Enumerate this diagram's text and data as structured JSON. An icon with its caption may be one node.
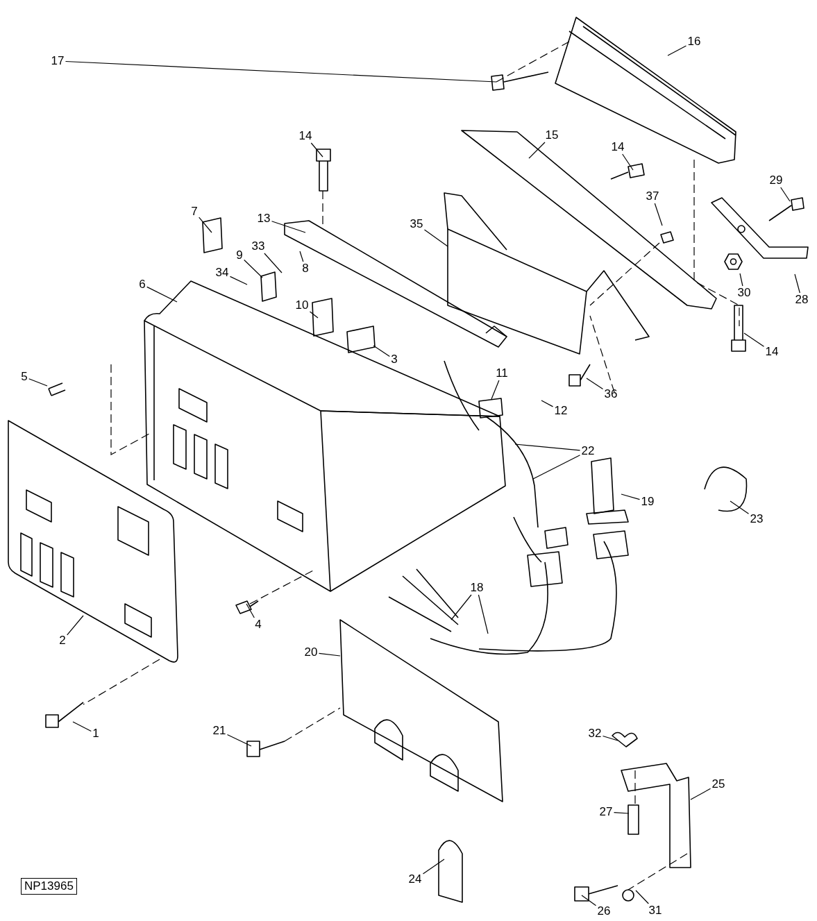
{
  "diagram": {
    "nodes": [
      {
        "text": [
          "16"
        ]
      },
      {
        "text": [
          "17"
        ]
      },
      {
        "text": [
          "15"
        ]
      },
      {
        "text": [
          "14"
        ]
      },
      {
        "text": [
          "14"
        ]
      },
      {
        "text": [
          "29"
        ]
      },
      {
        "text": [
          "37"
        ]
      },
      {
        "text": [
          "7"
        ]
      },
      {
        "text": [
          "13"
        ]
      },
      {
        "text": [
          "35"
        ]
      },
      {
        "text": [
          "33"
        ]
      },
      {
        "text": [
          "9"
        ]
      },
      {
        "text": [
          "8"
        ]
      },
      {
        "text": [
          "34"
        ]
      },
      {
        "text": [
          "30"
        ]
      },
      {
        "text": [
          "6"
        ]
      },
      {
        "text": [
          "28"
        ]
      },
      {
        "text": [
          "10"
        ]
      },
      {
        "text": [
          "14"
        ]
      },
      {
        "text": [
          "3"
        ]
      },
      {
        "text": [
          "11"
        ]
      },
      {
        "text": [
          "36"
        ]
      },
      {
        "text": [
          "5"
        ]
      },
      {
        "text": [
          "12"
        ]
      },
      {
        "text": [
          "22"
        ]
      },
      {
        "text": [
          "19"
        ]
      },
      {
        "text": [
          "23"
        ]
      },
      {
        "text": [
          "18"
        ]
      },
      {
        "text": [
          "4"
        ]
      },
      {
        "text": [
          "2"
        ]
      },
      {
        "text": [
          "20"
        ]
      },
      {
        "text": [
          "1"
        ]
      },
      {
        "text": [
          "21"
        ]
      },
      {
        "text": [
          "32"
        ]
      },
      {
        "text": [
          "25"
        ]
      },
      {
        "text": [
          "27"
        ]
      },
      {
        "text": [
          "24"
        ]
      },
      {
        "text": [
          "31"
        ]
      },
      {
        "text": [
          "26"
        ]
      }
    ],
    "edges": [
      {
        "from": 0,
        "to": null,
        "arrow": "none"
      },
      {
        "from": 1,
        "to": null,
        "arrow": "none"
      },
      {
        "from": 2,
        "to": null,
        "arrow": "none"
      },
      {
        "from": 3,
        "to": null,
        "arrow": "none"
      },
      {
        "from": 4,
        "to": null,
        "arrow": "none"
      },
      {
        "from": 5,
        "to": null,
        "arrow": "none"
      },
      {
        "from": 6,
        "to": null,
        "arrow": "none"
      },
      {
        "from": 7,
        "to": null,
        "arrow": "none"
      },
      {
        "from": 8,
        "to": null,
        "arrow": "none"
      },
      {
        "from": 9,
        "to": null,
        "arrow": "none"
      },
      {
        "from": 10,
        "to": null,
        "arrow": "none"
      },
      {
        "from": 11,
        "to": null,
        "arrow": "none"
      },
      {
        "from": 12,
        "to": null,
        "arrow": "none"
      },
      {
        "from": 13,
        "to": null,
        "arrow": "none"
      },
      {
        "from": 14,
        "to": null,
        "arrow": "none"
      },
      {
        "from": 15,
        "to": null,
        "arrow": "none"
      },
      {
        "from": 16,
        "to": null,
        "arrow": "none"
      },
      {
        "from": 17,
        "to": null,
        "arrow": "none"
      },
      {
        "from": 18,
        "to": null,
        "arrow": "none"
      },
      {
        "from": 19,
        "to": null,
        "arrow": "none"
      },
      {
        "from": 20,
        "to": null,
        "arrow": "none"
      },
      {
        "from": 21,
        "to": null,
        "arrow": "none"
      },
      {
        "from": 22,
        "to": null,
        "arrow": "none"
      },
      {
        "from": 23,
        "to": null,
        "arrow": "none"
      },
      {
        "from": 24,
        "to": null,
        "arrow": "none"
      },
      {
        "from": 24,
        "to": null,
        "arrow": "none"
      },
      {
        "from": 25,
        "to": null,
        "arrow": "none"
      },
      {
        "from": 26,
        "to": null,
        "arrow": "none"
      },
      {
        "from": 27,
        "to": null,
        "arrow": "none"
      },
      {
        "from": 27,
        "to": null,
        "arrow": "none"
      },
      {
        "from": 28,
        "to": null,
        "arrow": "none"
      },
      {
        "from": 29,
        "to": null,
        "arrow": "none"
      },
      {
        "from": 30,
        "to": null,
        "arrow": "none"
      },
      {
        "from": 31,
        "to": null,
        "arrow": "none"
      },
      {
        "from": 32,
        "to": null,
        "arrow": "none"
      },
      {
        "from": 33,
        "to": null,
        "arrow": "none"
      },
      {
        "from": 34,
        "to": null,
        "arrow": "none"
      },
      {
        "from": 35,
        "to": null,
        "arrow": "none"
      },
      {
        "from": 36,
        "to": null,
        "arrow": "none"
      },
      {
        "from": 37,
        "to": null,
        "arrow": "none"
      },
      {
        "from": 38,
        "to": null,
        "arrow": "none"
      }
    ],
    "labels": [
      "NP13965"
    ]
  }
}
